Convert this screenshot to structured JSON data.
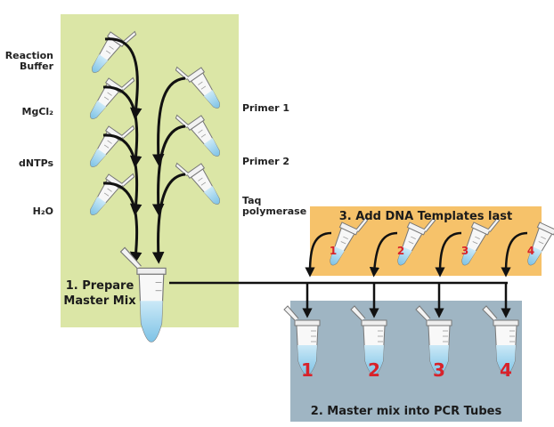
{
  "reagents_left": [
    {
      "label": "Reaction\nBuffer",
      "icon": "reaction-buffer-tube"
    },
    {
      "label": "MgCl₂",
      "icon": "mgcl2-tube"
    },
    {
      "label": "dNTPs",
      "icon": "dntps-tube"
    },
    {
      "label": "H₂O",
      "icon": "water-tube"
    }
  ],
  "reagents_right": [
    {
      "label": "Primer 1",
      "icon": "primer1-tube"
    },
    {
      "label": "Primer 2",
      "icon": "primer2-tube"
    },
    {
      "label": "Taq\npolymerase",
      "icon": "taq-tube"
    }
  ],
  "steps": {
    "prepare": "1. Prepare\nMaster Mix",
    "pcr_tubes": "2. Master mix into PCR Tubes",
    "templates": "3. Add DNA Templates last"
  },
  "template_tubes": [
    "1",
    "2",
    "3",
    "4"
  ],
  "pcr_tubes": [
    "1",
    "2",
    "3",
    "4"
  ],
  "colors": {
    "master_panel": "#dbe6a6",
    "templates_panel": "#f6c26a",
    "pcr_panel": "#9fb5c3",
    "liquid": "#a9d8f0",
    "number": "#d8222a"
  }
}
